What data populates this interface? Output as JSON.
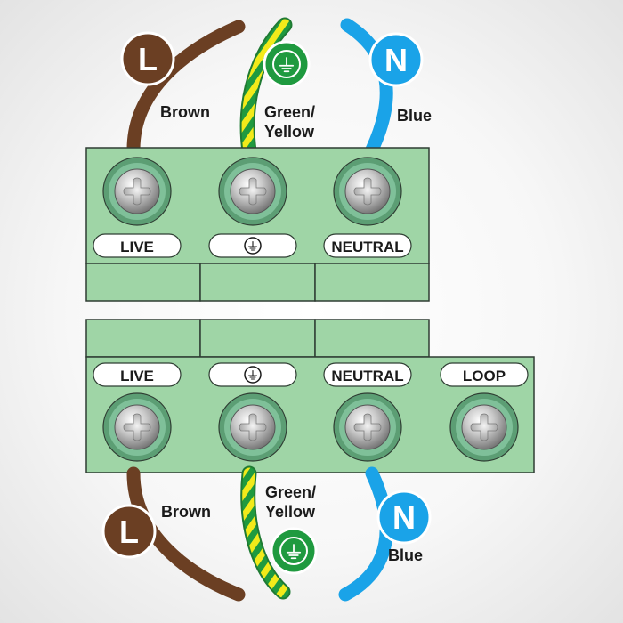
{
  "colors": {
    "background": "#f2f2f2",
    "block_fill": "#9fd5a6",
    "block_stroke": "#2f3d33",
    "brown": "#6b3f23",
    "blue": "#1aa3e8",
    "green": "#1f9a3f",
    "yellow": "#f2ea1a"
  },
  "top": {
    "wires": {
      "live": {
        "letter": "L",
        "label": "Brown"
      },
      "earth": {
        "label_line1": "Green/",
        "label_line2": "Yellow",
        "icon": "earth-icon"
      },
      "neutral": {
        "letter": "N",
        "label": "Blue"
      }
    },
    "terminals": [
      {
        "label": "LIVE"
      },
      {
        "label": "",
        "icon": "earth-icon"
      },
      {
        "label": "NEUTRAL"
      }
    ]
  },
  "bottom": {
    "terminals": [
      {
        "label": "LIVE"
      },
      {
        "label": "",
        "icon": "earth-icon"
      },
      {
        "label": "NEUTRAL"
      },
      {
        "label": "LOOP"
      }
    ],
    "wires": {
      "live": {
        "letter": "L",
        "label": "Brown"
      },
      "earth": {
        "label_line1": "Green/",
        "label_line2": "Yellow",
        "icon": "earth-icon"
      },
      "neutral": {
        "letter": "N",
        "label": "Blue"
      }
    }
  }
}
